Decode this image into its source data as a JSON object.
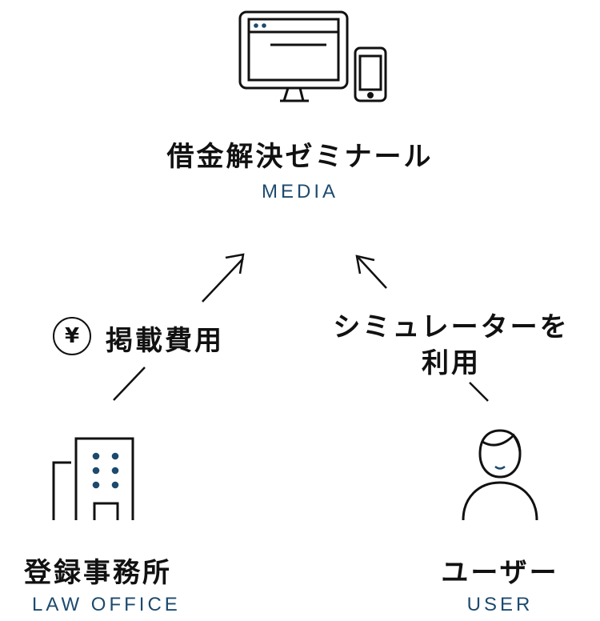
{
  "media": {
    "title": "借金解決ゼミナール",
    "subtitle": "MEDIA",
    "icon": "devices-icon"
  },
  "law_office": {
    "title": "登録事務所",
    "subtitle": "LAW OFFICE",
    "icon": "building-icon"
  },
  "user": {
    "title": "ユーザー",
    "subtitle": "USER",
    "icon": "person-icon"
  },
  "left_edge": {
    "label": "掲載費用",
    "symbol": "¥"
  },
  "right_edge": {
    "label_line1": "シミュレーターを",
    "label_line2": "利用"
  },
  "colors": {
    "accent": "#1d4a6e",
    "line": "#111111"
  }
}
